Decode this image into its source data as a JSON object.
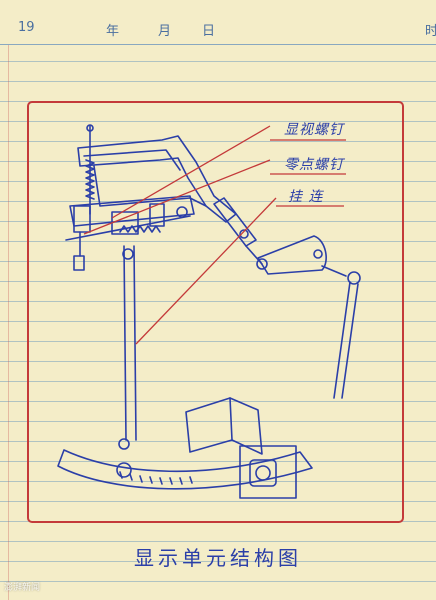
{
  "header": {
    "year_prefix": "19",
    "year_char": "年",
    "month_char": "月",
    "day_char": "日",
    "time_char": "时"
  },
  "diagram": {
    "labels": [
      "显视螺钉",
      "零点螺钉",
      "挂  连"
    ],
    "caption": "显示单元结构图"
  },
  "watermark": "澎湃新闻",
  "colors": {
    "ink": "#2b3fa8",
    "frame": "#c43a3a",
    "paper": "#f4edc8",
    "rule": "#7aa0be"
  }
}
